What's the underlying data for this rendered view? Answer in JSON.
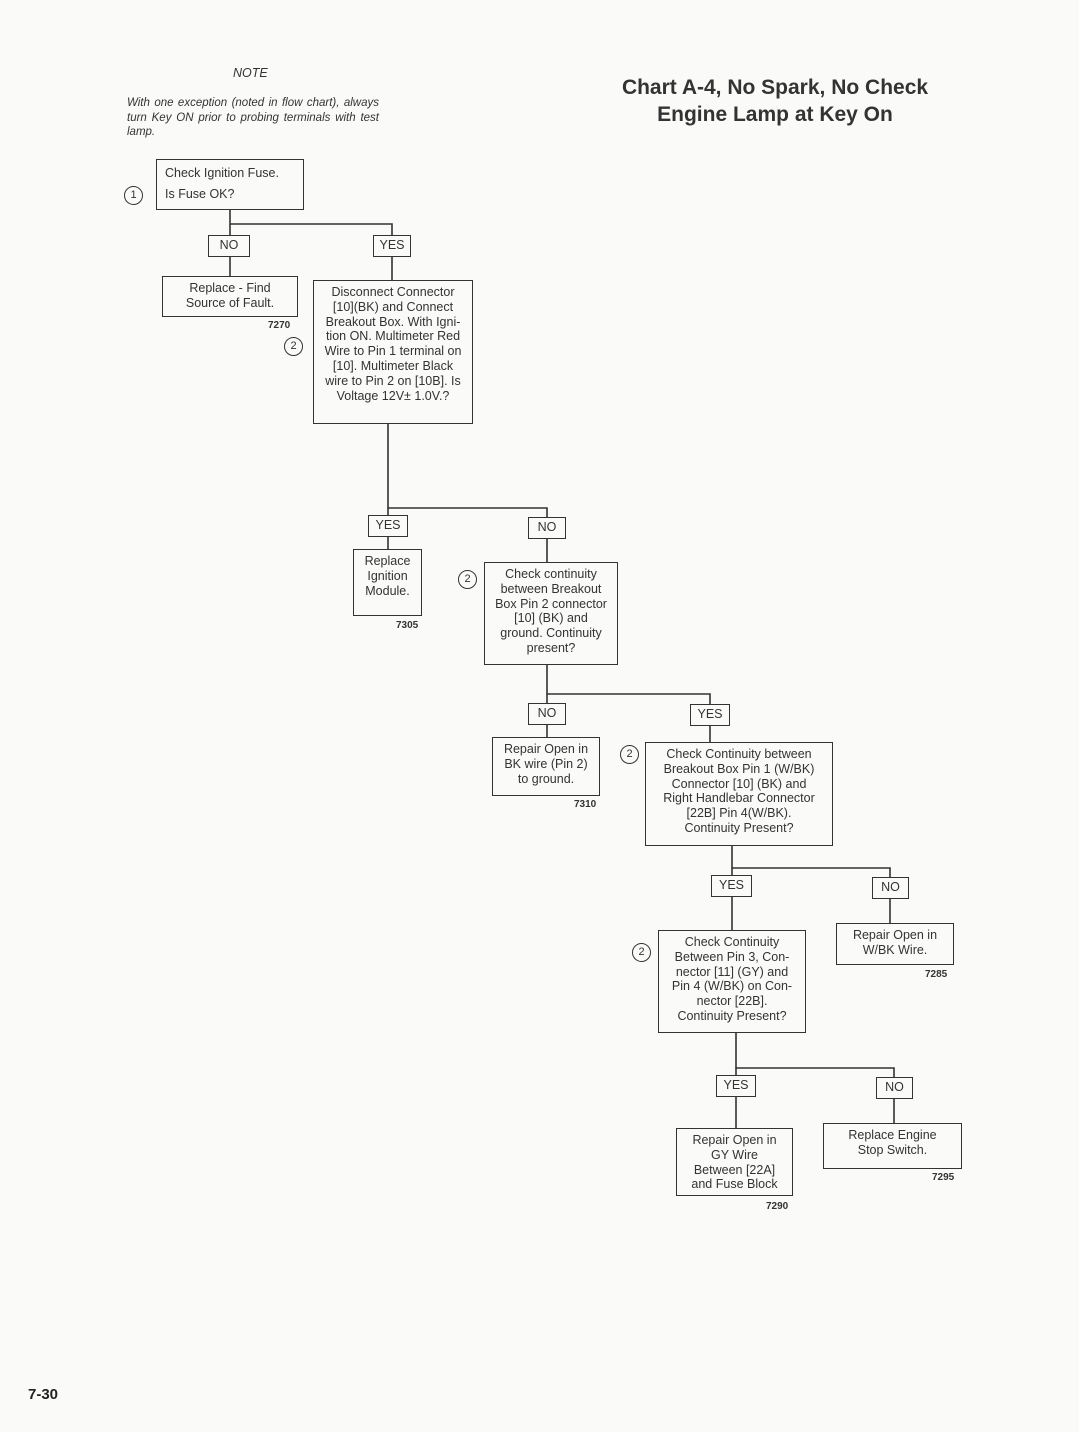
{
  "note": {
    "heading": "NOTE",
    "body": "With one exception (noted in flow chart), always turn Key ON prior to probing terminals with test lamp."
  },
  "title": "Chart A-4, No Spark, No Check\nEngine Lamp at Key On",
  "page_number": "7-30",
  "boxes": {
    "check_fuse": "Check Ignition Fuse.\nIs Fuse OK?",
    "replace_fault": "Replace - Find\nSource of Fault.",
    "disconnect": "Disconnect Connector\n[10](BK) and Connect\nBreakout Box. With Igni-\ntion ON. Multimeter Red\nWire to Pin 1 terminal on\n[10]. Multimeter Black\nwire to Pin 2 on [10B]. Is\nVoltage 12V± 1.0V.?",
    "replace_module": "Replace\nIgnition\nModule.",
    "check_ground": "Check continuity\nbetween Breakout\nBox Pin 2 connector\n[10] (BK) and\nground. Continuity\npresent?",
    "repair_bk": "Repair Open in\nBK wire (Pin 2)\nto ground.",
    "check_pin1": "Check Continuity between\nBreakout Box Pin 1 (W/BK)\nConnector [10] (BK) and\nRight Handlebar Connector\n[22B] Pin 4(W/BK).\nContinuity Present?",
    "repair_wbk": "Repair Open in\nW/BK Wire.",
    "check_pin3": "Check Continuity\nBetween Pin 3, Con-\nnector [11] (GY) and\nPin 4 (W/BK) on Con-\nnector [22B].\nContinuity Present?",
    "repair_gy": "Repair Open in\nGY Wire\nBetween [22A]\nand Fuse Block",
    "replace_switch": "Replace Engine\nStop Switch."
  },
  "labels": {
    "no": "NO",
    "yes": "YES"
  },
  "refs": {
    "r7270": "7270",
    "r7305": "7305",
    "r7310": "7310",
    "r7285": "7285",
    "r7290": "7290",
    "r7295": "7295"
  },
  "steps": {
    "one": "1",
    "two": "2"
  }
}
